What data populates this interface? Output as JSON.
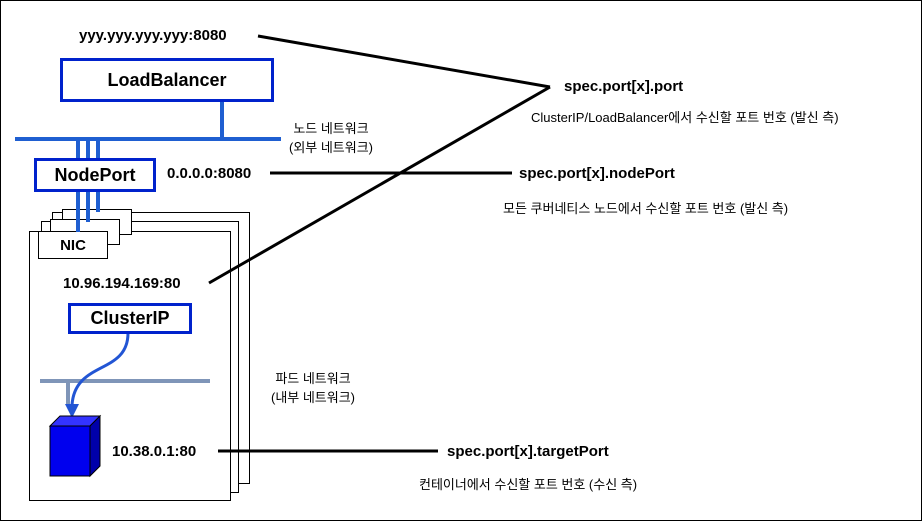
{
  "components": {
    "load_balancer": "LoadBalancer",
    "node_port": "NodePort",
    "cluster_ip": "ClusterIP",
    "nic": "NIC"
  },
  "addresses": {
    "lb": "yyy.yyy.yyy.yyy:8080",
    "node": "0.0.0.0:8080",
    "cluster": "10.96.194.169:80",
    "pod": "10.38.0.1:80"
  },
  "networks": {
    "node_line1": "노드 네트워크",
    "node_line2": "(외부 네트워크)",
    "pod_line1": "파드 네트워크",
    "pod_line2": "(내부 네트워크)"
  },
  "specs": {
    "port": "spec.port[x].port",
    "port_desc": "ClusterIP/LoadBalancer에서 수신할 포트 번호 (발신 측)",
    "node_port": "spec.port[x].nodePort",
    "node_port_desc": "모든 쿠버네티스 노드에서 수신할 포트 번호 (발신 측)",
    "target_port": "spec.port[x].targetPort",
    "target_port_desc": "컨테이너에서 수신할 포트 번호 (수신 측)"
  },
  "colors": {
    "accent": "#0022cc",
    "network_line": "#1f5fd1",
    "pod_network": "#7f95b8",
    "container": "#0000ee"
  }
}
